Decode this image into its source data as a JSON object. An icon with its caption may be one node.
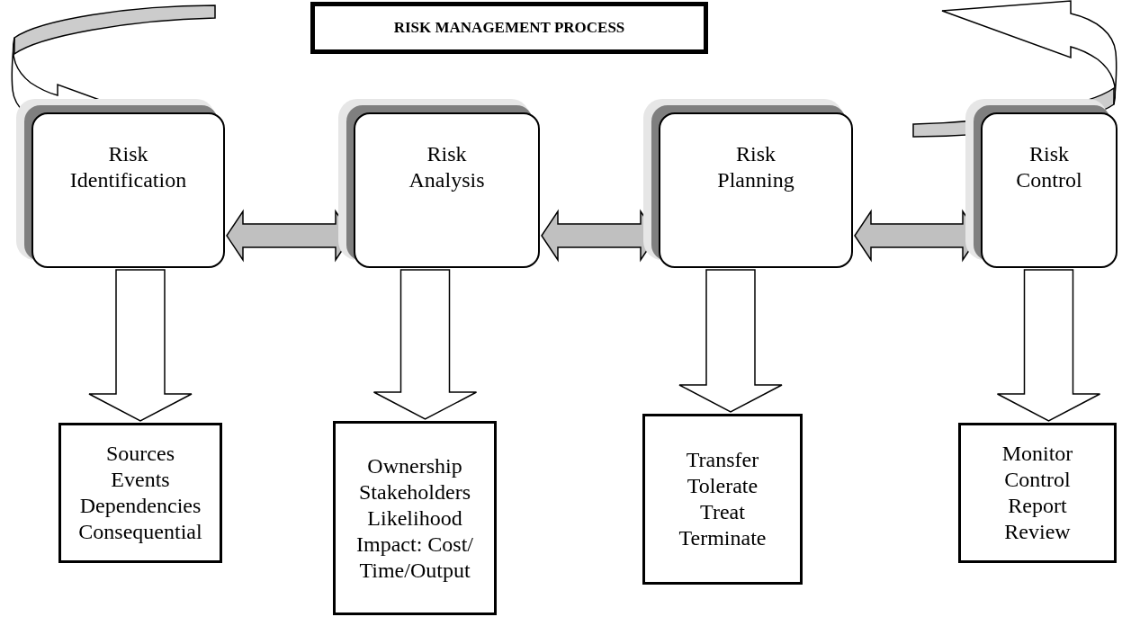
{
  "diagram": {
    "title": "RISK MANAGEMENT PROCESS",
    "nodes": [
      {
        "text": [
          "Risk Identification"
        ]
      },
      {
        "text": [
          "Risk Analysis"
        ]
      },
      {
        "text": [
          "Risk Planning"
        ]
      },
      {
        "text": [
          "Risk Control"
        ]
      },
      {
        "text": [
          "Sources Events Dependencies Consequential"
        ]
      },
      {
        "text": [
          "Ownership Stakeholders Likelihood Impact: Cost/ Time/Output"
        ]
      },
      {
        "text": [
          "Transfer Tolerate Treat Terminate"
        ]
      },
      {
        "text": [
          "Monitor Control Report Review"
        ]
      }
    ],
    "edges": [
      {
        "from": 0,
        "to": 1,
        "arrow": "both"
      },
      {
        "from": 1,
        "to": 2,
        "arrow": "both"
      },
      {
        "from": 2,
        "to": 3,
        "arrow": "both"
      },
      {
        "from": 0,
        "to": 4,
        "arrow": "to"
      },
      {
        "from": 1,
        "to": 5,
        "arrow": "to"
      },
      {
        "from": 2,
        "to": 6,
        "arrow": "to"
      },
      {
        "from": 3,
        "to": 7,
        "arrow": "to"
      }
    ]
  }
}
